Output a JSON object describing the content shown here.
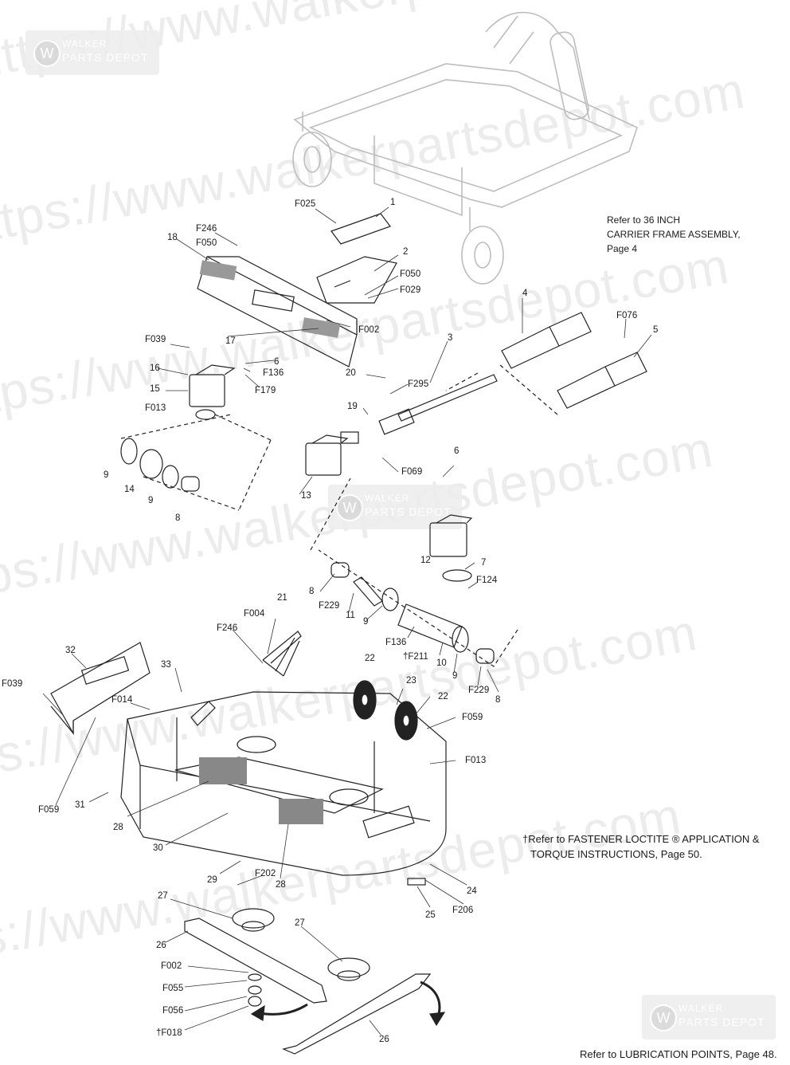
{
  "watermark": {
    "url_text": "https://www.walkerpartsdepot.com",
    "brand_line1": "WALKER",
    "brand_line2": "PARTS DEPOT"
  },
  "notes": {
    "carrier_frame": [
      "Refer to 36 INCH",
      "CARRIER FRAME ASSEMBLY,",
      "Page 4"
    ],
    "fastener_line1": "†Refer to FASTENER LOCTITE ® APPLICATION &",
    "fastener_line2": "TORQUE INSTRUCTIONS, Page 50.",
    "lubrication": "Refer to LUBRICATION POINTS, Page 48."
  },
  "callouts": {
    "F025": "F025",
    "c1": "1",
    "F246a": "F246",
    "F050a": "F050",
    "c18": "18",
    "c2": "2",
    "F050b": "F050",
    "F029": "F029",
    "F002a": "F002",
    "c17": "17",
    "c4": "4",
    "F076": "F076",
    "c5": "5",
    "c3": "3",
    "F039a": "F039",
    "c6a": "6",
    "c16": "16",
    "F136a": "F136",
    "F179": "F179",
    "c15": "15",
    "c20": "20",
    "F295": "F295",
    "F013a": "F013",
    "c19": "19",
    "c9a": "9",
    "c14": "14",
    "c9b": "9",
    "c8a": "8",
    "c13": "13",
    "F069": "F069",
    "c6b": "6",
    "c12": "12",
    "c7": "7",
    "F124": "F124",
    "c8b": "8",
    "F229a": "F229",
    "c11": "11",
    "c9c": "9",
    "c21": "21",
    "F004": "F004",
    "F246b": "F246",
    "F136b": "F136",
    "F211": "†F211",
    "c10": "10",
    "c9d": "9",
    "F229b": "F229",
    "c8c": "8",
    "c32": "32",
    "c33": "33",
    "F039b": "F039",
    "F014": "F014",
    "c22a": "22",
    "c23": "23",
    "c22b": "22",
    "F059a": "F059",
    "F013b": "F013",
    "F059b": "F059",
    "c31": "31",
    "c28a": "28",
    "c30": "30",
    "c28b": "28",
    "c29": "29",
    "F202": "F202",
    "c24": "24",
    "c25": "25",
    "F206": "F206",
    "c27a": "27",
    "c26a": "26",
    "c27b": "27",
    "F002b": "F002",
    "F055": "F055",
    "F056": "F056",
    "F018": "†F018",
    "c26b": "26"
  }
}
